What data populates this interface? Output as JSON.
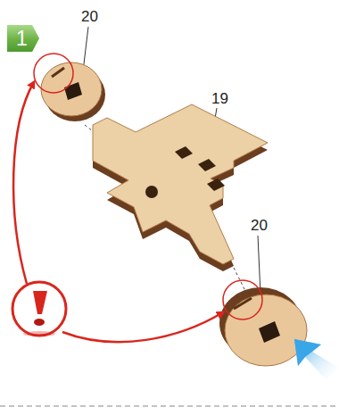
{
  "diagram": {
    "nodes": [
      {
        "text": [
          "1"
        ]
      }
    ],
    "labels": [
      "20",
      "19",
      "20"
    ]
  }
}
